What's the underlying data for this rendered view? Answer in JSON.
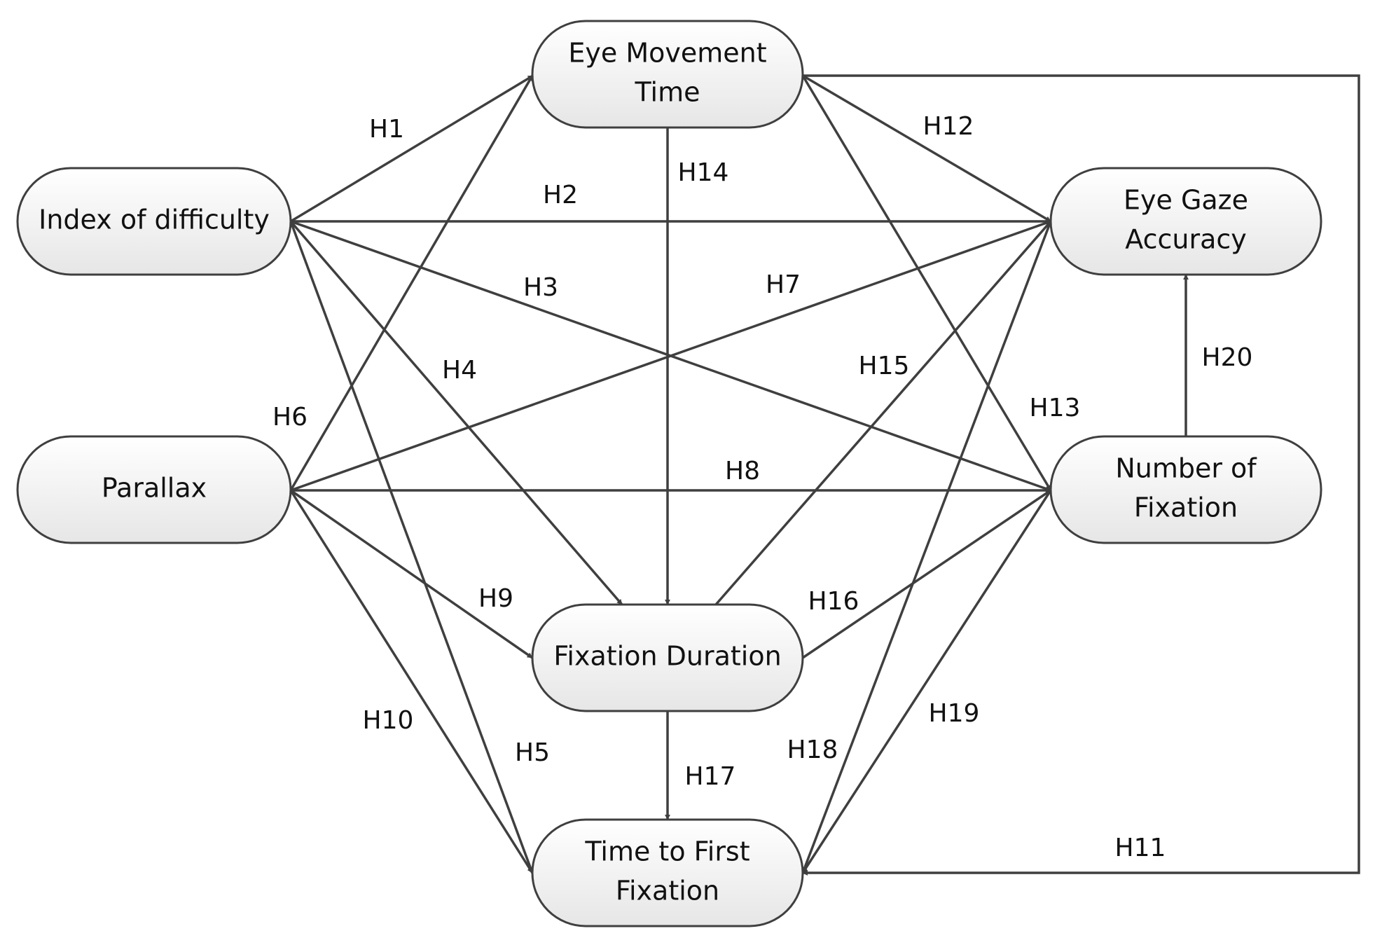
{
  "colors": {
    "stroke": "#3f3f3f",
    "node_fill_top": "#ffffff",
    "node_fill_bottom": "#e6e6e6",
    "text": "#111111"
  },
  "nodes": [
    {
      "id": "index_of_difficulty",
      "lines": [
        "Index of difficulty"
      ]
    },
    {
      "id": "parallax",
      "lines": [
        "Parallax"
      ]
    },
    {
      "id": "eye_movement_time",
      "lines": [
        "Eye Movement",
        "Time"
      ]
    },
    {
      "id": "fixation_duration",
      "lines": [
        "Fixation Duration"
      ]
    },
    {
      "id": "time_to_first_fixation",
      "lines": [
        "Time to First",
        "Fixation"
      ]
    },
    {
      "id": "eye_gaze_accuracy",
      "lines": [
        "Eye Gaze",
        "Accuracy"
      ]
    },
    {
      "id": "number_of_fixation",
      "lines": [
        "Number of",
        "Fixation"
      ]
    }
  ],
  "edges": [
    {
      "label": "H1",
      "from": "index_of_difficulty",
      "to": "eye_movement_time"
    },
    {
      "label": "H2",
      "from": "index_of_difficulty",
      "to": "eye_gaze_accuracy"
    },
    {
      "label": "H3",
      "from": "index_of_difficulty",
      "to": "number_of_fixation"
    },
    {
      "label": "H4",
      "from": "index_of_difficulty",
      "to": "fixation_duration"
    },
    {
      "label": "H5",
      "from": "index_of_difficulty",
      "to": "time_to_first_fixation"
    },
    {
      "label": "H6",
      "from": "parallax",
      "to": "eye_movement_time"
    },
    {
      "label": "H7",
      "from": "parallax",
      "to": "eye_gaze_accuracy"
    },
    {
      "label": "H8",
      "from": "parallax",
      "to": "number_of_fixation"
    },
    {
      "label": "H9",
      "from": "parallax",
      "to": "fixation_duration"
    },
    {
      "label": "H10",
      "from": "parallax",
      "to": "time_to_first_fixation"
    },
    {
      "label": "H11",
      "from": "eye_movement_time",
      "to": "time_to_first_fixation"
    },
    {
      "label": "H12",
      "from": "eye_movement_time",
      "to": "eye_gaze_accuracy"
    },
    {
      "label": "H13",
      "from": "eye_movement_time",
      "to": "number_of_fixation"
    },
    {
      "label": "H14",
      "from": "eye_movement_time",
      "to": "fixation_duration"
    },
    {
      "label": "H15",
      "from": "fixation_duration",
      "to": "eye_gaze_accuracy"
    },
    {
      "label": "H16",
      "from": "fixation_duration",
      "to": "number_of_fixation"
    },
    {
      "label": "H17",
      "from": "fixation_duration",
      "to": "time_to_first_fixation"
    },
    {
      "label": "H18",
      "from": "eye_gaze_accuracy",
      "to": "time_to_first_fixation"
    },
    {
      "label": "H19",
      "from": "number_of_fixation",
      "to": "time_to_first_fixation"
    },
    {
      "label": "H20",
      "from": "number_of_fixation",
      "to": "eye_gaze_accuracy"
    }
  ]
}
